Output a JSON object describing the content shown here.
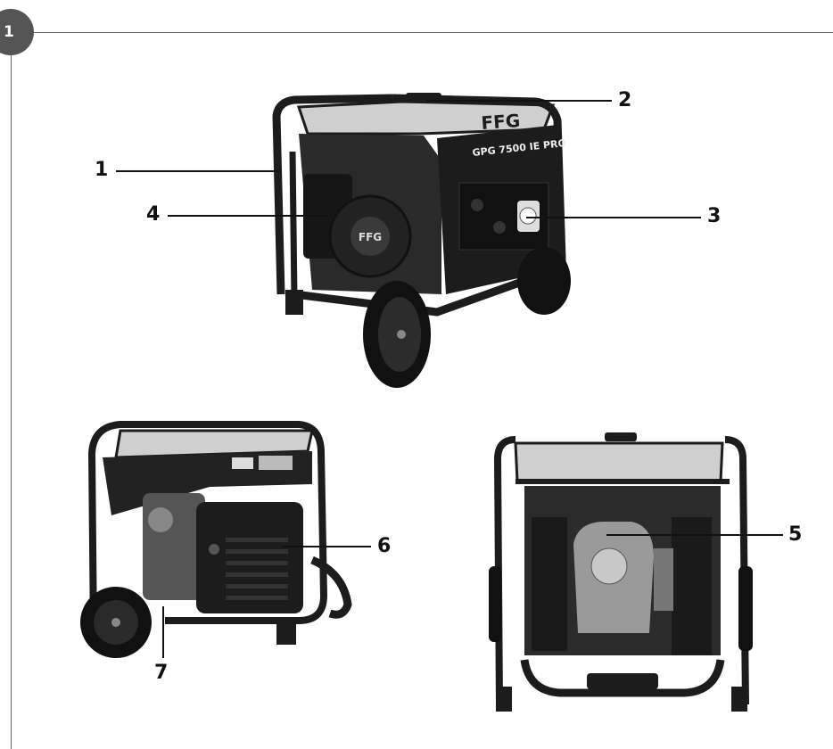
{
  "section": {
    "number": "1"
  },
  "callouts": [
    {
      "id": "1",
      "label": "1"
    },
    {
      "id": "2",
      "label": "2"
    },
    {
      "id": "3",
      "label": "3"
    },
    {
      "id": "4",
      "label": "4"
    },
    {
      "id": "5",
      "label": "5"
    },
    {
      "id": "6",
      "label": "6"
    },
    {
      "id": "7",
      "label": "7"
    }
  ],
  "product": {
    "brand": "FFG",
    "model": "GPG 7500 IE PRO"
  },
  "colors": {
    "frame_line": "#666666",
    "badge": "#555555",
    "body_dark": "#1c1c1c",
    "tank_light": "#cfcfcf"
  }
}
